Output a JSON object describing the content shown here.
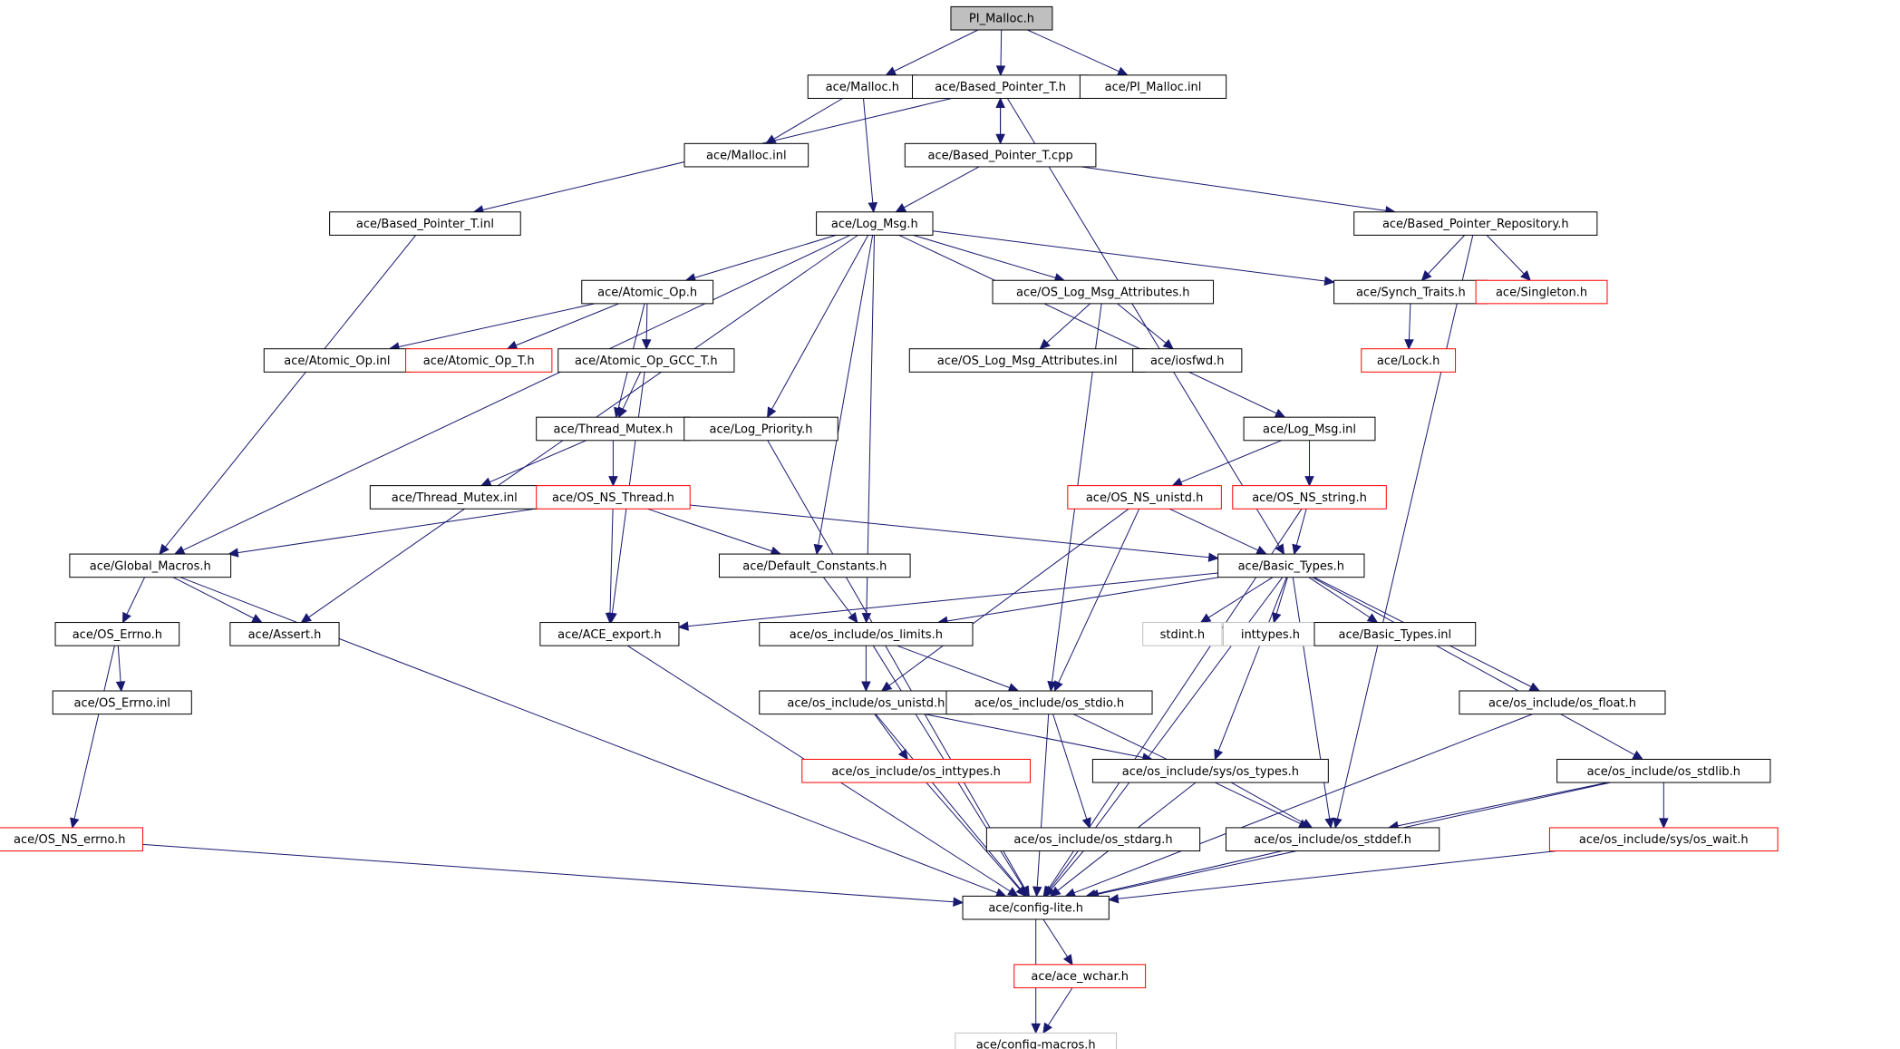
{
  "graph": {
    "root": "PI_Malloc.h",
    "colors": {
      "edge": "#191970",
      "root_fill": "#bfbfbf",
      "normal_border": "#000000",
      "truncated_border": "#ff0000",
      "external_border": "#bfbfbf",
      "external_text": "#666666"
    },
    "nodes": [
      {
        "id": "pimalloc",
        "label": "PI_Malloc.h",
        "kind": "root"
      },
      {
        "id": "malloc",
        "label": "ace/Malloc.h",
        "kind": "normal"
      },
      {
        "id": "bpt_h",
        "label": "ace/Based_Pointer_T.h",
        "kind": "normal"
      },
      {
        "id": "pimalloc_inl",
        "label": "ace/PI_Malloc.inl",
        "kind": "normal"
      },
      {
        "id": "malloc_inl",
        "label": "ace/Malloc.inl",
        "kind": "normal"
      },
      {
        "id": "bpt_cpp",
        "label": "ace/Based_Pointer_T.cpp",
        "kind": "normal"
      },
      {
        "id": "bpt_inl",
        "label": "ace/Based_Pointer_T.inl",
        "kind": "normal"
      },
      {
        "id": "logmsg",
        "label": "ace/Log_Msg.h",
        "kind": "normal"
      },
      {
        "id": "bprepo",
        "label": "ace/Based_Pointer_Repository.h",
        "kind": "normal"
      },
      {
        "id": "atomic",
        "label": "ace/Atomic_Op.h",
        "kind": "normal"
      },
      {
        "id": "oslogattr",
        "label": "ace/OS_Log_Msg_Attributes.h",
        "kind": "normal"
      },
      {
        "id": "synch",
        "label": "ace/Synch_Traits.h",
        "kind": "normal"
      },
      {
        "id": "singleton",
        "label": "ace/Singleton.h",
        "kind": "truncated"
      },
      {
        "id": "atomic_inl",
        "label": "ace/Atomic_Op.inl",
        "kind": "normal"
      },
      {
        "id": "atomic_t",
        "label": "ace/Atomic_Op_T.h",
        "kind": "truncated"
      },
      {
        "id": "atomic_gcc",
        "label": "ace/Atomic_Op_GCC_T.h",
        "kind": "normal"
      },
      {
        "id": "oslogattr_inl",
        "label": "ace/OS_Log_Msg_Attributes.inl",
        "kind": "normal"
      },
      {
        "id": "iosfwd",
        "label": "ace/iosfwd.h",
        "kind": "normal"
      },
      {
        "id": "lock",
        "label": "ace/Lock.h",
        "kind": "truncated"
      },
      {
        "id": "thrmutex",
        "label": "ace/Thread_Mutex.h",
        "kind": "normal"
      },
      {
        "id": "logprio",
        "label": "ace/Log_Priority.h",
        "kind": "normal"
      },
      {
        "id": "logmsg_inl",
        "label": "ace/Log_Msg.inl",
        "kind": "normal"
      },
      {
        "id": "thrmutex_inl",
        "label": "ace/Thread_Mutex.inl",
        "kind": "normal"
      },
      {
        "id": "osnsthread",
        "label": "ace/OS_NS_Thread.h",
        "kind": "truncated"
      },
      {
        "id": "osnsunistd",
        "label": "ace/OS_NS_unistd.h",
        "kind": "truncated"
      },
      {
        "id": "osnsstring",
        "label": "ace/OS_NS_string.h",
        "kind": "truncated"
      },
      {
        "id": "globmacros",
        "label": "ace/Global_Macros.h",
        "kind": "normal"
      },
      {
        "id": "defconst",
        "label": "ace/Default_Constants.h",
        "kind": "normal"
      },
      {
        "id": "basictypes",
        "label": "ace/Basic_Types.h",
        "kind": "normal"
      },
      {
        "id": "oserrno",
        "label": "ace/OS_Errno.h",
        "kind": "normal"
      },
      {
        "id": "assert",
        "label": "ace/Assert.h",
        "kind": "normal"
      },
      {
        "id": "aceexport",
        "label": "ace/ACE_export.h",
        "kind": "normal"
      },
      {
        "id": "oslimits",
        "label": "ace/os_include/os_limits.h",
        "kind": "normal"
      },
      {
        "id": "stdint",
        "label": "stdint.h",
        "kind": "external"
      },
      {
        "id": "inttypes",
        "label": "inttypes.h",
        "kind": "external"
      },
      {
        "id": "basictypes_inl",
        "label": "ace/Basic_Types.inl",
        "kind": "normal"
      },
      {
        "id": "oserrno_inl",
        "label": "ace/OS_Errno.inl",
        "kind": "normal"
      },
      {
        "id": "osunistd",
        "label": "ace/os_include/os_unistd.h",
        "kind": "normal"
      },
      {
        "id": "osstdio",
        "label": "ace/os_include/os_stdio.h",
        "kind": "normal"
      },
      {
        "id": "osfloat",
        "label": "ace/os_include/os_float.h",
        "kind": "normal"
      },
      {
        "id": "osinttypes",
        "label": "ace/os_include/os_inttypes.h",
        "kind": "truncated"
      },
      {
        "id": "systypes",
        "label": "ace/os_include/sys/os_types.h",
        "kind": "normal"
      },
      {
        "id": "osstdlib",
        "label": "ace/os_include/os_stdlib.h",
        "kind": "normal"
      },
      {
        "id": "osnserrno",
        "label": "ace/OS_NS_errno.h",
        "kind": "truncated"
      },
      {
        "id": "osstdarg",
        "label": "ace/os_include/os_stdarg.h",
        "kind": "normal"
      },
      {
        "id": "osstddef",
        "label": "ace/os_include/os_stddef.h",
        "kind": "normal"
      },
      {
        "id": "syswait",
        "label": "ace/os_include/sys/os_wait.h",
        "kind": "truncated"
      },
      {
        "id": "configlite",
        "label": "ace/config-lite.h",
        "kind": "normal"
      },
      {
        "id": "acewchar",
        "label": "ace/ace_wchar.h",
        "kind": "truncated"
      },
      {
        "id": "configmacros",
        "label": "ace/config-macros.h",
        "kind": "external"
      }
    ],
    "edges": [
      [
        "pimalloc",
        "malloc"
      ],
      [
        "pimalloc",
        "bpt_h"
      ],
      [
        "pimalloc",
        "pimalloc_inl"
      ],
      [
        "malloc",
        "malloc_inl"
      ],
      [
        "malloc",
        "logmsg"
      ],
      [
        "bpt_h",
        "bpt_cpp"
      ],
      [
        "bpt_h",
        "bpt_inl"
      ],
      [
        "bpt_h",
        "basictypes"
      ],
      [
        "bpt_cpp",
        "bpt_h"
      ],
      [
        "bpt_cpp",
        "logmsg"
      ],
      [
        "bpt_cpp",
        "bprepo"
      ],
      [
        "bpt_inl",
        "globmacros"
      ],
      [
        "logmsg",
        "atomic"
      ],
      [
        "logmsg",
        "oslogattr"
      ],
      [
        "logmsg",
        "synch"
      ],
      [
        "logmsg",
        "logprio"
      ],
      [
        "logmsg",
        "logmsg_inl"
      ],
      [
        "logmsg",
        "defconst"
      ],
      [
        "logmsg",
        "globmacros"
      ],
      [
        "logmsg",
        "assert"
      ],
      [
        "logmsg",
        "oslimits"
      ],
      [
        "bprepo",
        "synch"
      ],
      [
        "bprepo",
        "singleton"
      ],
      [
        "bprepo",
        "osstddef"
      ],
      [
        "synch",
        "lock"
      ],
      [
        "atomic",
        "atomic_inl"
      ],
      [
        "atomic",
        "atomic_t"
      ],
      [
        "atomic",
        "atomic_gcc"
      ],
      [
        "atomic",
        "thrmutex"
      ],
      [
        "atomic_gcc",
        "thrmutex"
      ],
      [
        "atomic_gcc",
        "aceexport"
      ],
      [
        "oslogattr",
        "oslogattr_inl"
      ],
      [
        "oslogattr",
        "iosfwd"
      ],
      [
        "oslogattr",
        "osstdio"
      ],
      [
        "thrmutex",
        "thrmutex_inl"
      ],
      [
        "thrmutex",
        "osnsthread"
      ],
      [
        "logprio",
        "configlite"
      ],
      [
        "logmsg_inl",
        "osnsunistd"
      ],
      [
        "logmsg_inl",
        "osnsstring"
      ],
      [
        "osnsthread",
        "globmacros"
      ],
      [
        "osnsthread",
        "defconst"
      ],
      [
        "osnsthread",
        "aceexport"
      ],
      [
        "osnsthread",
        "basictypes"
      ],
      [
        "osnsunistd",
        "basictypes"
      ],
      [
        "osnsunistd",
        "osunistd"
      ],
      [
        "osnsunistd",
        "osstdio"
      ],
      [
        "osnsstring",
        "basictypes"
      ],
      [
        "osnsstring",
        "configlite"
      ],
      [
        "globmacros",
        "oserrno"
      ],
      [
        "globmacros",
        "assert"
      ],
      [
        "globmacros",
        "configlite"
      ],
      [
        "defconst",
        "oslimits"
      ],
      [
        "basictypes",
        "stdint"
      ],
      [
        "basictypes",
        "inttypes"
      ],
      [
        "basictypes",
        "basictypes_inl"
      ],
      [
        "basictypes",
        "aceexport"
      ],
      [
        "basictypes",
        "oslimits"
      ],
      [
        "basictypes",
        "osfloat"
      ],
      [
        "basictypes",
        "osstdlib"
      ],
      [
        "basictypes",
        "systypes"
      ],
      [
        "basictypes",
        "osstddef"
      ],
      [
        "basictypes",
        "configlite"
      ],
      [
        "oserrno",
        "oserrno_inl"
      ],
      [
        "oserrno",
        "osnserrno"
      ],
      [
        "aceexport",
        "configlite"
      ],
      [
        "oslimits",
        "osunistd"
      ],
      [
        "oslimits",
        "osstdio"
      ],
      [
        "oslimits",
        "configlite"
      ],
      [
        "osunistd",
        "osinttypes"
      ],
      [
        "osunistd",
        "systypes"
      ],
      [
        "osunistd",
        "configlite"
      ],
      [
        "osstdio",
        "osstdarg"
      ],
      [
        "osstdio",
        "osstddef"
      ],
      [
        "osstdio",
        "configlite"
      ],
      [
        "osfloat",
        "configlite"
      ],
      [
        "osinttypes",
        "configlite"
      ],
      [
        "systypes",
        "osstddef"
      ],
      [
        "systypes",
        "configlite"
      ],
      [
        "osstdlib",
        "osstddef"
      ],
      [
        "osstdlib",
        "syswait"
      ],
      [
        "osstdlib",
        "configlite"
      ],
      [
        "osnserrno",
        "configlite"
      ],
      [
        "osstdarg",
        "configlite"
      ],
      [
        "osstddef",
        "configlite"
      ],
      [
        "syswait",
        "configlite"
      ],
      [
        "configlite",
        "acewchar"
      ],
      [
        "configlite",
        "configmacros"
      ],
      [
        "acewchar",
        "configmacros"
      ]
    ]
  }
}
